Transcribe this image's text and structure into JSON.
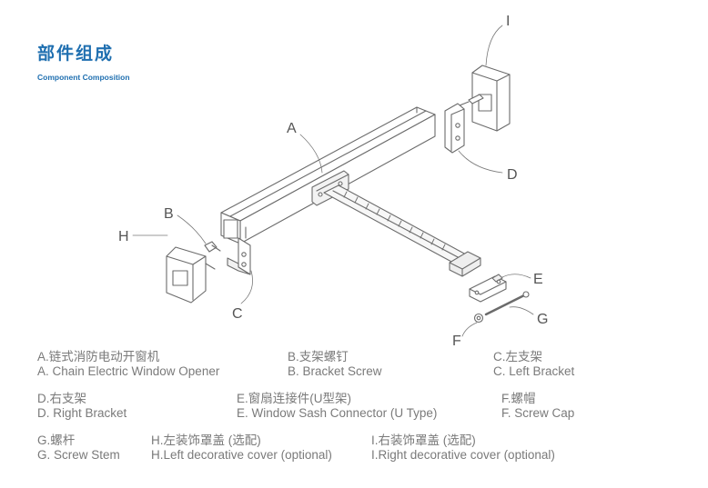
{
  "title": {
    "cn": "部件组成",
    "en": "Component Composition"
  },
  "callouts": {
    "A": "A",
    "B": "B",
    "C": "C",
    "D": "D",
    "E": "E",
    "F": "F",
    "G": "G",
    "H": "H",
    "I": "I"
  },
  "legend": {
    "a": {
      "cn": "A.链式消防电动开窗机",
      "en": "A. Chain Electric Window Opener"
    },
    "b": {
      "cn": "B.支架螺钉",
      "en": "B. Bracket Screw"
    },
    "c": {
      "cn": "C.左支架",
      "en": "C. Left Bracket"
    },
    "d": {
      "cn": "D.右支架",
      "en": "D. Right Bracket"
    },
    "e": {
      "cn": "E.窗扇连接件(U型架)",
      "en": "E. Window Sash Connector (U Type)"
    },
    "f": {
      "cn": "F.螺帽",
      "en": "F. Screw Cap"
    },
    "g": {
      "cn": "G.螺杆",
      "en": "G. Screw Stem"
    },
    "h": {
      "cn": "H.左装饰罩盖 (选配)",
      "en": "H.Left decorative cover (optional)"
    },
    "i": {
      "cn": "I.右装饰罩盖 (选配)",
      "en": "I.Right decorative cover (optional)"
    }
  }
}
